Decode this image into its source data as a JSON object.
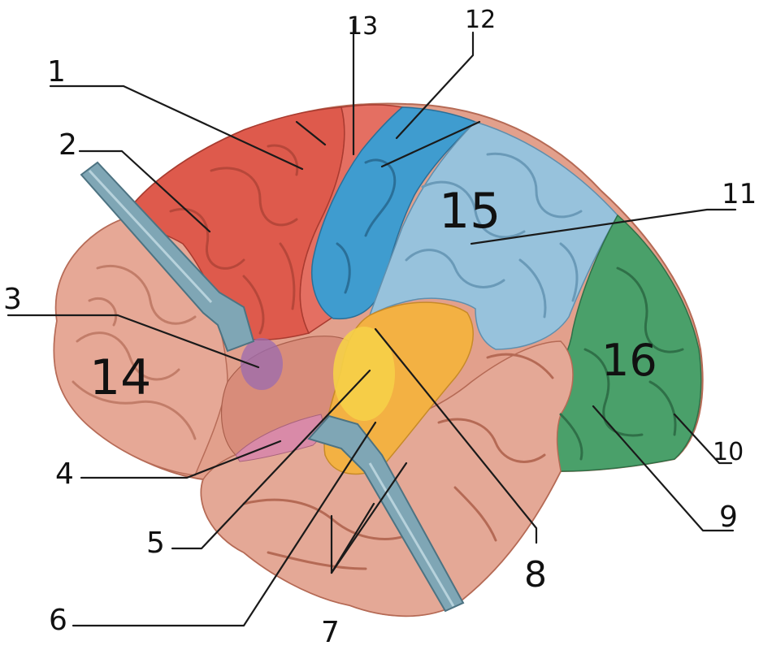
{
  "labels": [
    {
      "id": "1",
      "text": "1"
    },
    {
      "id": "2",
      "text": "2"
    },
    {
      "id": "3",
      "text": "3"
    },
    {
      "id": "4",
      "text": "4"
    },
    {
      "id": "5",
      "text": "5"
    },
    {
      "id": "6",
      "text": "6"
    },
    {
      "id": "7",
      "text": "7"
    },
    {
      "id": "8",
      "text": "8"
    },
    {
      "id": "9",
      "text": "9"
    },
    {
      "id": "10",
      "text": "10"
    },
    {
      "id": "11",
      "text": "11"
    },
    {
      "id": "12",
      "text": "12"
    },
    {
      "id": "13",
      "text": "13"
    }
  ],
  "region_labels": [
    {
      "id": "14",
      "text": "14"
    },
    {
      "id": "15",
      "text": "15"
    },
    {
      "id": "16",
      "text": "16"
    }
  ],
  "colors": {
    "prefrontal": "#e2a08c",
    "frontal_red": "#de5a4c",
    "premotor_red": "#e46f62",
    "motor_blue": "#3f9ccf",
    "parietal_light_blue": "#97c2dc",
    "occipital_green": "#4aa06a",
    "temporal": "#e4a896",
    "insula_orange": "#f3b143",
    "insula_yellow": "#f6d048",
    "purple_spot": "#9b6bb0",
    "pink_band": "#d98aa8",
    "retractor": "#7fa6b5"
  }
}
